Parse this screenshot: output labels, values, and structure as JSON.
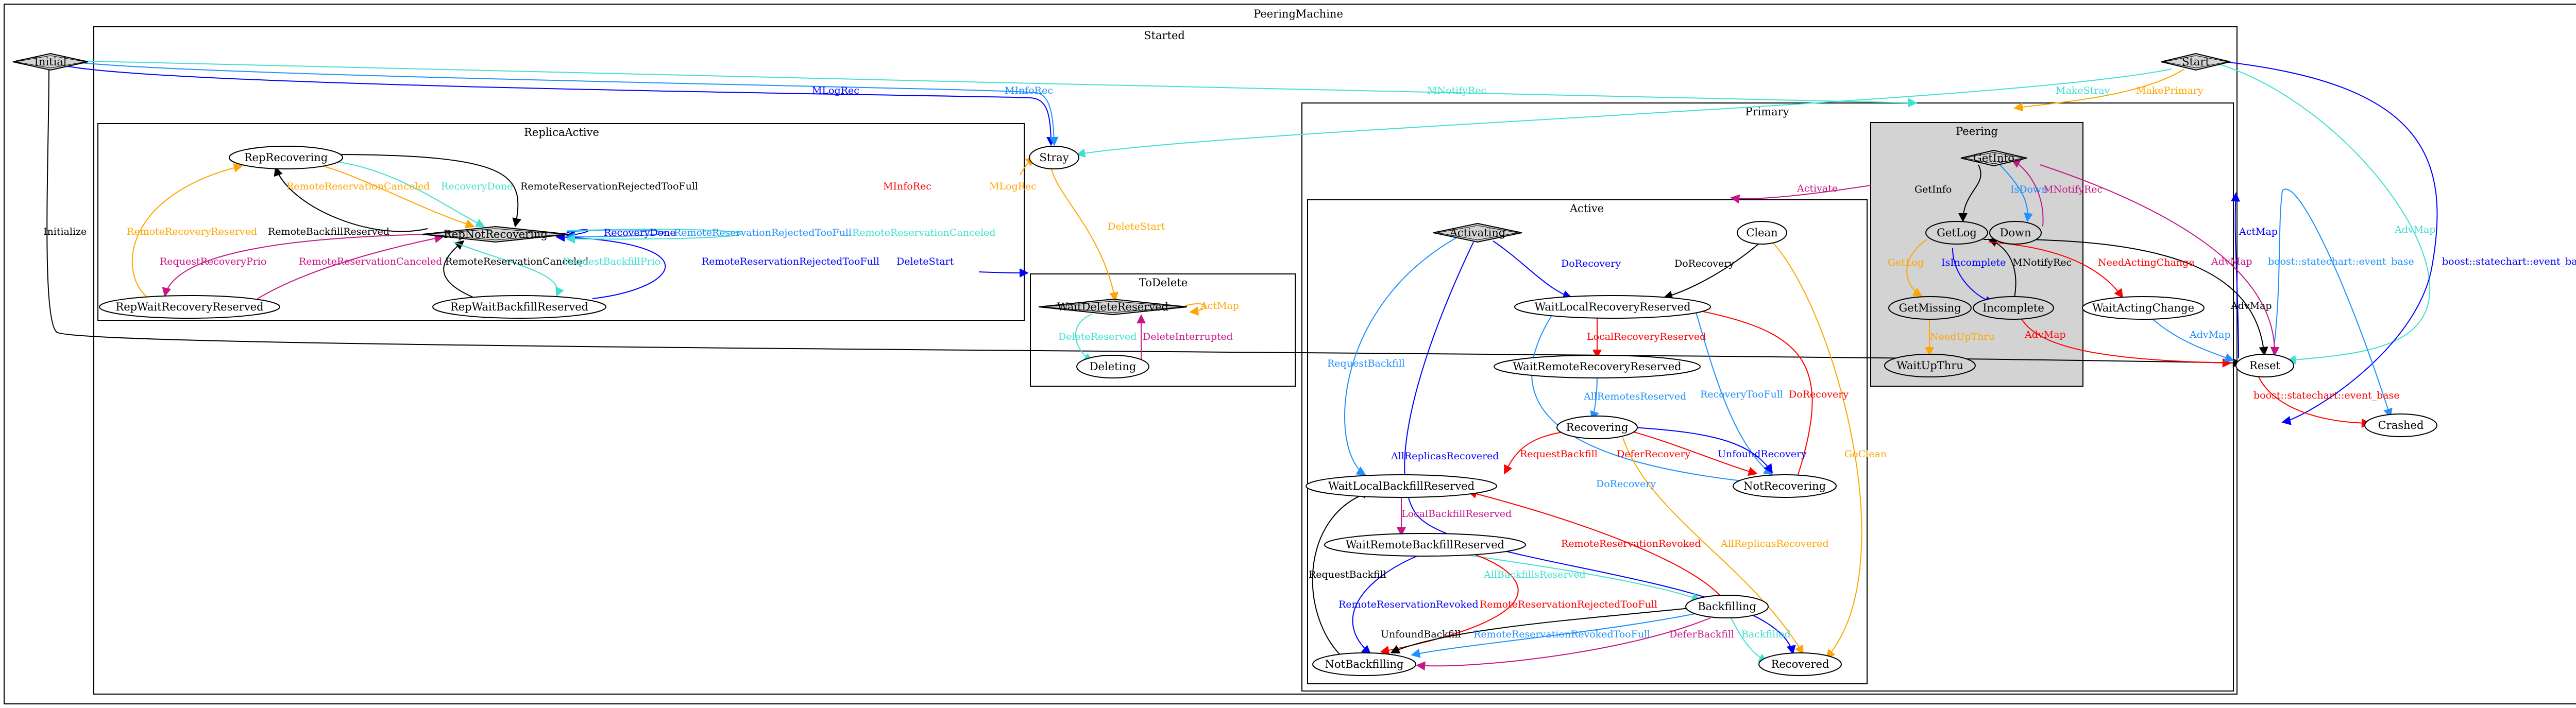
{
  "clusters": {
    "peering_machine": "PeeringMachine",
    "started": "Started",
    "replica_active": "ReplicaActive",
    "primary": "Primary",
    "peering": "Peering",
    "active": "Active",
    "to_delete": "ToDelete"
  },
  "states": {
    "initial": "Initial",
    "start": "Start",
    "stray": "Stray",
    "reset": "Reset",
    "crashed": "Crashed",
    "rep_recovering": "RepRecovering",
    "rep_not_recovering": "RepNotRecovering",
    "rep_wait_recovery_reserved": "RepWaitRecoveryReserved",
    "rep_wait_backfill_reserved": "RepWaitBackfillReserved",
    "wait_delete_reserved": "WaitDeleteReserved",
    "deleting": "Deleting",
    "get_info": "GetInfo",
    "get_log": "GetLog",
    "down": "Down",
    "get_missing": "GetMissing",
    "incomplete": "Incomplete",
    "wait_up_thru": "WaitUpThru",
    "wait_acting_change": "WaitActingChange",
    "activating": "Activating",
    "clean": "Clean",
    "wait_local_recovery_reserved": "WaitLocalRecoveryReserved",
    "wait_remote_recovery_reserved": "WaitRemoteRecoveryReserved",
    "recovering": "Recovering",
    "not_recovering": "NotRecovering",
    "wait_local_backfill_reserved": "WaitLocalBackfillReserved",
    "wait_remote_backfill_reserved": "WaitRemoteBackfillReserved",
    "backfilling": "Backfilling",
    "not_backfilling": "NotBackfilling",
    "recovered": "Recovered"
  },
  "edges": {
    "initialize": "Initialize",
    "mlogrec": "MLogRec",
    "minforec_top": "MInfoRec",
    "mnotifyrec_top": "MNotifyRec",
    "make_stray": "MakeStray",
    "make_primary": "MakePrimary",
    "advmap_start": "AdvMap",
    "boost_start": "boost::statechart::event_base",
    "actmap_reset": "ActMap",
    "boost_reset_left": "boost::statechart::event_base",
    "boost_reset_crashed": "boost::statechart::event_base",
    "advmap_getlog": "AdvMap",
    "advmap_peering": "AdvMap",
    "advmap_incomplete": "AdvMap",
    "advmap_wac": "AdvMap",
    "minforec_ra": "MInfoRec",
    "mlogrec_ra": "MLogRec",
    "delete_start": "DeleteStart",
    "delete_start_ra": "DeleteStart",
    "actmap_wdr": "ActMap",
    "delete_reserved": "DeleteReserved",
    "delete_interrupted": "DeleteInterrupted",
    "remote_reservation_canceled_1": "RemoteReservationCanceled",
    "recovery_done_1": "RecoveryDone",
    "remote_reservation_rejected_toofull_1": "RemoteReservationRejectedTooFull",
    "remote_backfill_reserved": "RemoteBackfillReserved",
    "remote_recovery_reserved": "RemoteRecoveryReserved",
    "request_recovery_prio": "RequestRecoveryPrio",
    "remote_reservation_canceled_2": "RemoteReservationCanceled",
    "remote_reservation_canceled_3": "RemoteReservationCanceled",
    "request_backfill_prio": "RequestBackfillPrio",
    "remote_reservation_rejected_toofull_2": "RemoteReservationRejectedTooFull",
    "self_recovery_done": "RecoveryDone",
    "self_rejected_toofull": "RemoteReservationRejectedTooFull",
    "self_canceled": "RemoteReservationCanceled",
    "get_info": "GetInfo",
    "is_down": "IsDown",
    "mnotifyrec_peering": "MNotifyRec",
    "get_log": "GetLog",
    "is_incomplete": "IsIncomplete",
    "mnotifyrec_incomplete": "MNotifyRec",
    "need_acting_change": "NeedActingChange",
    "need_up_thru": "NeedUpThru",
    "activate": "Activate",
    "do_recovery_1": "DoRecovery",
    "do_recovery_2": "DoRecovery",
    "request_backfill_1": "RequestBackfill",
    "all_replicas_recovered_1": "AllReplicasRecovered",
    "local_recovery_reserved": "LocalRecoveryReserved",
    "recovery_toofull": "RecoveryTooFull",
    "do_recovery_3": "DoRecovery",
    "all_remotes_reserved": "AllRemotesReserved",
    "do_recovery_4": "DoRecovery",
    "request_backfill_2": "RequestBackfill",
    "defer_recovery": "DeferRecovery",
    "unfound_recovery": "UnfoundRecovery",
    "all_replicas_recovered_2": "AllReplicasRecovered",
    "go_clean": "GoClean",
    "local_backfill_reserved": "LocalBackfillReserved",
    "remote_reservation_revoked_1": "RemoteReservationRevoked",
    "all_backfills_reserved": "AllBackfillsReserved",
    "remote_reservation_revoked_2": "RemoteReservationRevoked",
    "remote_reservation_rejected_toofull_3": "RemoteReservationRejectedTooFull",
    "request_backfill_3": "RequestBackfill",
    "unfound_backfill": "UnfoundBackfill",
    "remote_reservation_revoked_toofull": "RemoteReservationRevokedTooFull",
    "defer_backfill": "DeferBackfill",
    "backfilled": "Backfilled"
  },
  "colors": {
    "orange": "#ffa500",
    "turquoise": "#40e0d0",
    "blue": "#0000ff",
    "red": "#ff0000",
    "dodger": "#1e90ff",
    "purple": "#c71585",
    "black": "#000000",
    "cluster_fill": "#d3d3d3"
  }
}
